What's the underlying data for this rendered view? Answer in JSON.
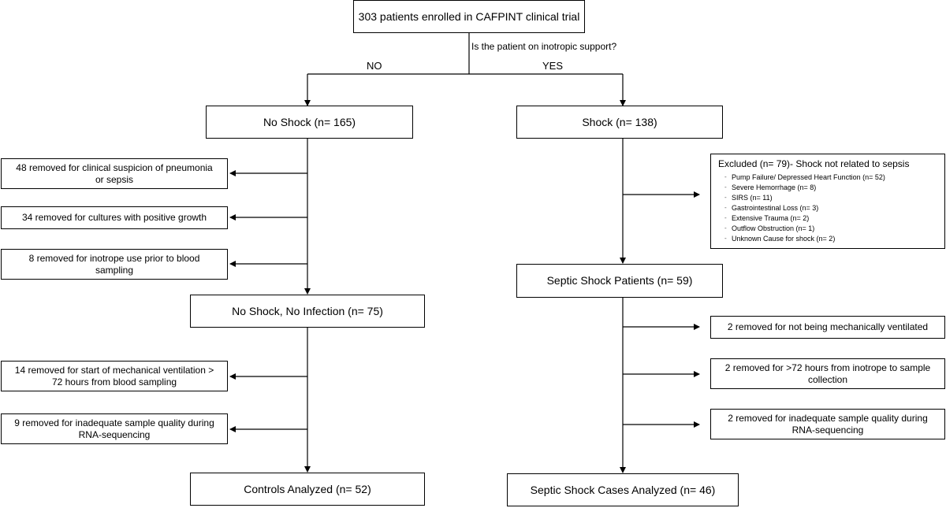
{
  "question": "Is the patient on inotropic support?",
  "branch_no": "NO",
  "branch_yes": "YES",
  "boxes": {
    "enrolled": "303 patients enrolled in CAFPINT clinical trial",
    "no_shock": "No Shock (n= 165)",
    "shock": "Shock (n= 138)",
    "no_shock_no_infection": "No Shock, No Infection (n= 75)",
    "septic_shock_patients": "Septic Shock Patients (n= 59)",
    "controls_analyzed": "Controls Analyzed (n= 52)",
    "septic_cases_analyzed": "Septic Shock Cases Analyzed (n= 46)"
  },
  "left_exclusions": [
    "48 removed for clinical suspicion of pneumonia or sepsis",
    "34 removed for cultures with positive growth",
    "8 removed for inotrope use prior to blood sampling",
    "14 removed for start of mechanical ventilation > 72 hours from blood sampling",
    "9 removed for inadequate sample quality during RNA-sequencing"
  ],
  "excluded": {
    "title": "Excluded  (n= 79)- Shock not related to sepsis",
    "items": [
      "Pump Failure/ Depressed Heart Function (n= 52)",
      "Severe Hemorrhage (n= 8)",
      "SIRS (n= 11)",
      "Gastrointestinal Loss (n= 3)",
      "Extensive Trauma (n= 2)",
      "Outflow Obstruction (n= 1)",
      "Unknown Cause for shock (n= 2)"
    ]
  },
  "right_exclusions": [
    "2 removed for not being mechanically ventilated",
    "2 removed for >72 hours from inotrope to sample collection",
    "2 removed for inadequate sample quality during RNA-sequencing"
  ]
}
